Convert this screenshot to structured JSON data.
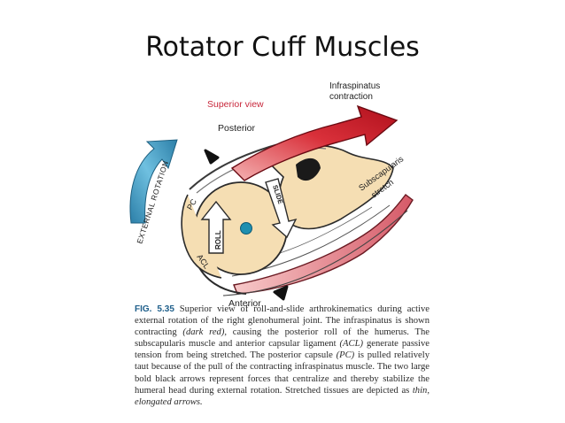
{
  "title": "Rotator Cuff Muscles",
  "labels": {
    "superior_view": "Superior view",
    "posterior": "Posterior",
    "anterior": "Anterior",
    "infraspinatus": "Infraspinatus",
    "contraction": "contraction",
    "subscapularis": "Subscapularis",
    "stretch": "stretch",
    "external_rotation": "EXTERNAL ROTATION",
    "pc": "PC",
    "acl": "ACL",
    "roll": "ROLL",
    "slide": "SLIDE"
  },
  "caption": {
    "fig_label": "FIG. 5.35",
    "part1": " Superior view of roll-and-slide arthrokinematics during active external rotation of the right glenohumeral joint. The infraspinatus is shown contracting ",
    "italic1": "(dark red),",
    "part2": " causing the posterior roll of the humerus. The subscapularis muscle and anterior capsular ligament ",
    "italic2": "(ACL)",
    "part3": " generate passive tension from being stretched. The posterior capsule ",
    "italic3": "(PC)",
    "part4": " is pulled relatively taut because of the pull of the contracting infraspinatus muscle. The two large bold black arrows represent forces that centralize and thereby stabilize the humeral head during external rotation. Stretched tissues are depicted as ",
    "italic4": "thin, elongated arrows."
  },
  "colors": {
    "bone": "#f5deb3",
    "bone_outline": "#2b2b2b",
    "infraspinatus": "#c8102e",
    "subscapularis": "#d9606b",
    "external_rotation_arrow": "#4aa3c9",
    "red_label": "#c8283c",
    "center_dot": "#1e8fb0"
  }
}
